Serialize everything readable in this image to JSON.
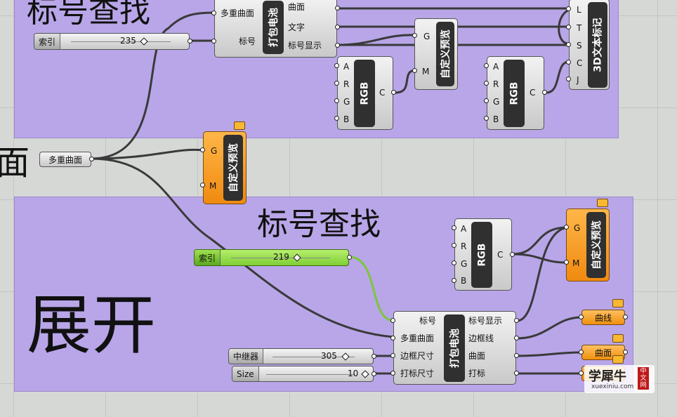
{
  "top_group": {
    "title": "标号查找"
  },
  "bottom_group": {
    "title": "标号查找",
    "unfold_text": "展开"
  },
  "left_edge_text": "面",
  "sliders": {
    "index_top": {
      "name": "索引",
      "value": "235"
    },
    "index_bottom": {
      "name": "索引",
      "value": "219"
    },
    "relay": {
      "name": "中继器",
      "value": "305"
    },
    "size": {
      "name": "Size",
      "value": "10"
    }
  },
  "params": {
    "multi_surface": "多重曲面",
    "curve_out": "曲线",
    "surface_out": "曲面"
  },
  "pack_top": {
    "bar": "打包电池",
    "inputs": [
      "多重曲面",
      "标号"
    ],
    "outputs": [
      "曲面",
      "文字",
      "标号显示"
    ]
  },
  "pack_bottom": {
    "bar": "打包电池",
    "inputs": [
      "标号",
      "多重曲面",
      "边框尺寸",
      "打标尺寸"
    ],
    "outputs": [
      "标号显示",
      "边框线",
      "曲面",
      "打标"
    ]
  },
  "rgb_component": {
    "bar": "RGB",
    "inputs": [
      "A",
      "R",
      "G",
      "B"
    ],
    "output": "C"
  },
  "preview_component": {
    "bar": "自定义预览",
    "inputs": [
      "G",
      "M"
    ]
  },
  "text_tag": {
    "bar": "3D文本标记",
    "inputs": [
      "L",
      "T",
      "S",
      "C",
      "J"
    ]
  },
  "watermark": {
    "main": "学犀牛",
    "badge": "中文网",
    "url": "xuexiniu.com"
  },
  "colors": {
    "group": "#b8a6e8",
    "canvas": "#d6d8d6",
    "orange": "#f5950f",
    "green": "#88d640",
    "wire": "#3a3a3a"
  }
}
